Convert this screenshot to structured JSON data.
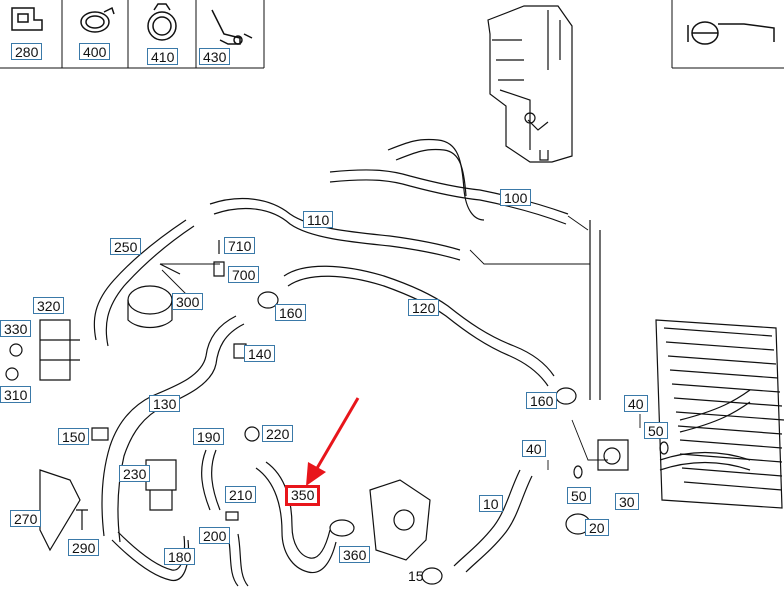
{
  "header_parts": [
    {
      "part": "280",
      "icon": "bracket-icon"
    },
    {
      "part": "400",
      "icon": "hose-clamp-icon"
    },
    {
      "part": "410",
      "icon": "hose-clamp-icon"
    },
    {
      "part": "430",
      "icon": "clip-bracket-icon"
    }
  ],
  "callouts": {
    "c100": "100",
    "c110": "110",
    "c120": "120",
    "c130": "130",
    "c140": "140",
    "c150": "150",
    "c160a": "160",
    "c160b": "160",
    "c180": "180",
    "c190": "190",
    "c200": "200",
    "c210": "210",
    "c220": "220",
    "c230": "230",
    "c250": "250",
    "c270": "270",
    "c290": "290",
    "c300": "300",
    "c310": "310",
    "c320": "320",
    "c330": "330",
    "c350": "350",
    "c360": "360",
    "c700": "700",
    "c710": "710",
    "c10": "10",
    "c15": "15",
    "c20": "20",
    "c30": "30",
    "c40a": "40",
    "c40b": "40",
    "c50a": "50",
    "c50b": "50"
  },
  "highlight": {
    "part": "350",
    "color": "#e8151b"
  },
  "colors": {
    "callout_border": "#3a79a8",
    "line": "#111111",
    "arrow": "#e8151b"
  }
}
